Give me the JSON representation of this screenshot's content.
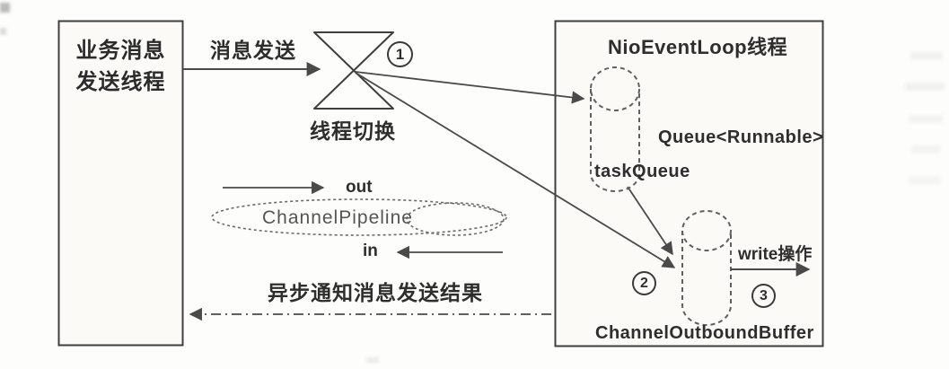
{
  "left_box": {
    "line1": "业务消息",
    "line2": "发送线程"
  },
  "flow": {
    "message_send": "消息发送",
    "thread_switch": "线程切换",
    "async_result": "异步通知消息发送结果"
  },
  "steps": {
    "one": "1",
    "two": "2",
    "three": "3"
  },
  "event_loop": {
    "title": "NioEventLoop线程",
    "queue_type": "Queue<Runnable>",
    "task_queue": "taskQueue",
    "outbound_buffer": "ChannelOutboundBuffer",
    "write_op": "write操作"
  },
  "pipeline": {
    "label": "ChannelPipeline",
    "out": "out",
    "in": "in"
  },
  "colors": {
    "box_stroke": "#3f3f3f",
    "arrow": "#4a4a4a",
    "dashed_shape": "#5f5f5f",
    "text": "#2e2e2e",
    "box_fill": "#fbfaf6",
    "page_bg": "#fdfdfb"
  }
}
